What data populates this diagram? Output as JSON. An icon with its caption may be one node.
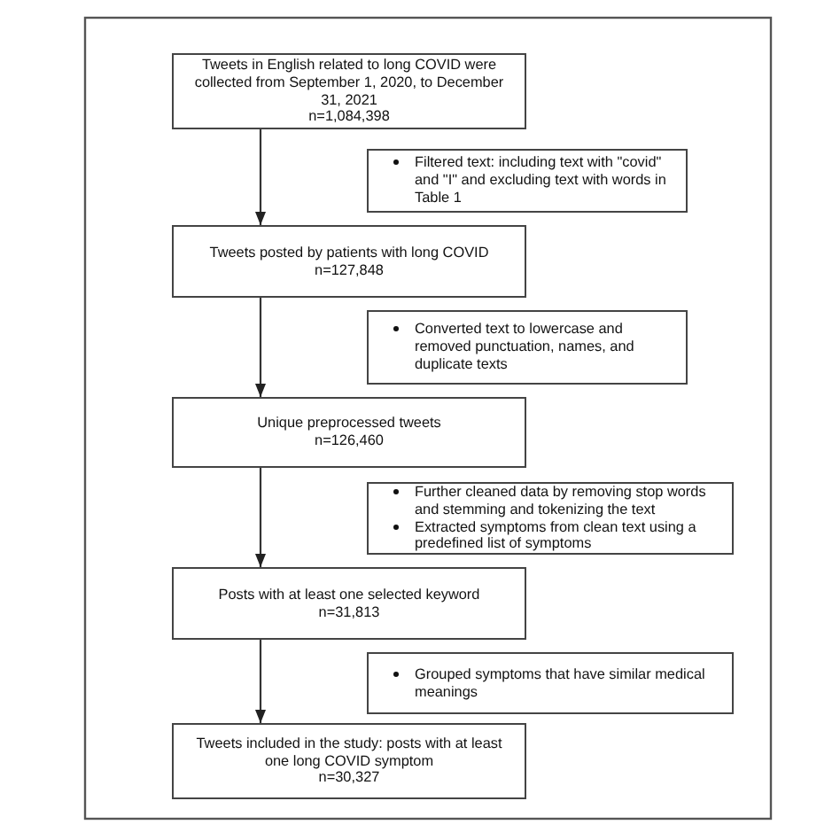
{
  "diagram": {
    "nodes": [
      {
        "text": [
          "Tweets in English related to long COVID were collected from September 1, 2020, to December 31, 2021",
          "n=1,084,398"
        ]
      },
      {
        "text": [
          "Filtered text: including text with \"covid\" and \"I\" and excluding text with words in Table 1"
        ]
      },
      {
        "text": [
          "Tweets posted by patients with long COVID",
          "n=127,848"
        ]
      },
      {
        "text": [
          "Converted text to lowercase and removed punctuation, names, and duplicate texts"
        ]
      },
      {
        "text": [
          "Unique preprocessed tweets",
          "n=126,460"
        ]
      },
      {
        "text": [
          "Further cleaned data by removing stop words and stemming and tokenizing the text",
          "Extracted symptoms from clean text using a predefined list of symptoms"
        ]
      },
      {
        "text": [
          "Posts with at least one selected keyword",
          "n=31,813"
        ]
      },
      {
        "text": [
          "Grouped symptoms that have similar medical meanings"
        ]
      },
      {
        "text": [
          "Tweets included in the study: posts with at least one long COVID symptom",
          "n=30,327"
        ]
      }
    ],
    "edges": [
      {
        "from": 0,
        "to": 2,
        "arrow": "to"
      },
      {
        "from": 2,
        "to": 4,
        "arrow": "to"
      },
      {
        "from": 4,
        "to": 6,
        "arrow": "to"
      },
      {
        "from": 6,
        "to": 8,
        "arrow": "to"
      }
    ]
  }
}
